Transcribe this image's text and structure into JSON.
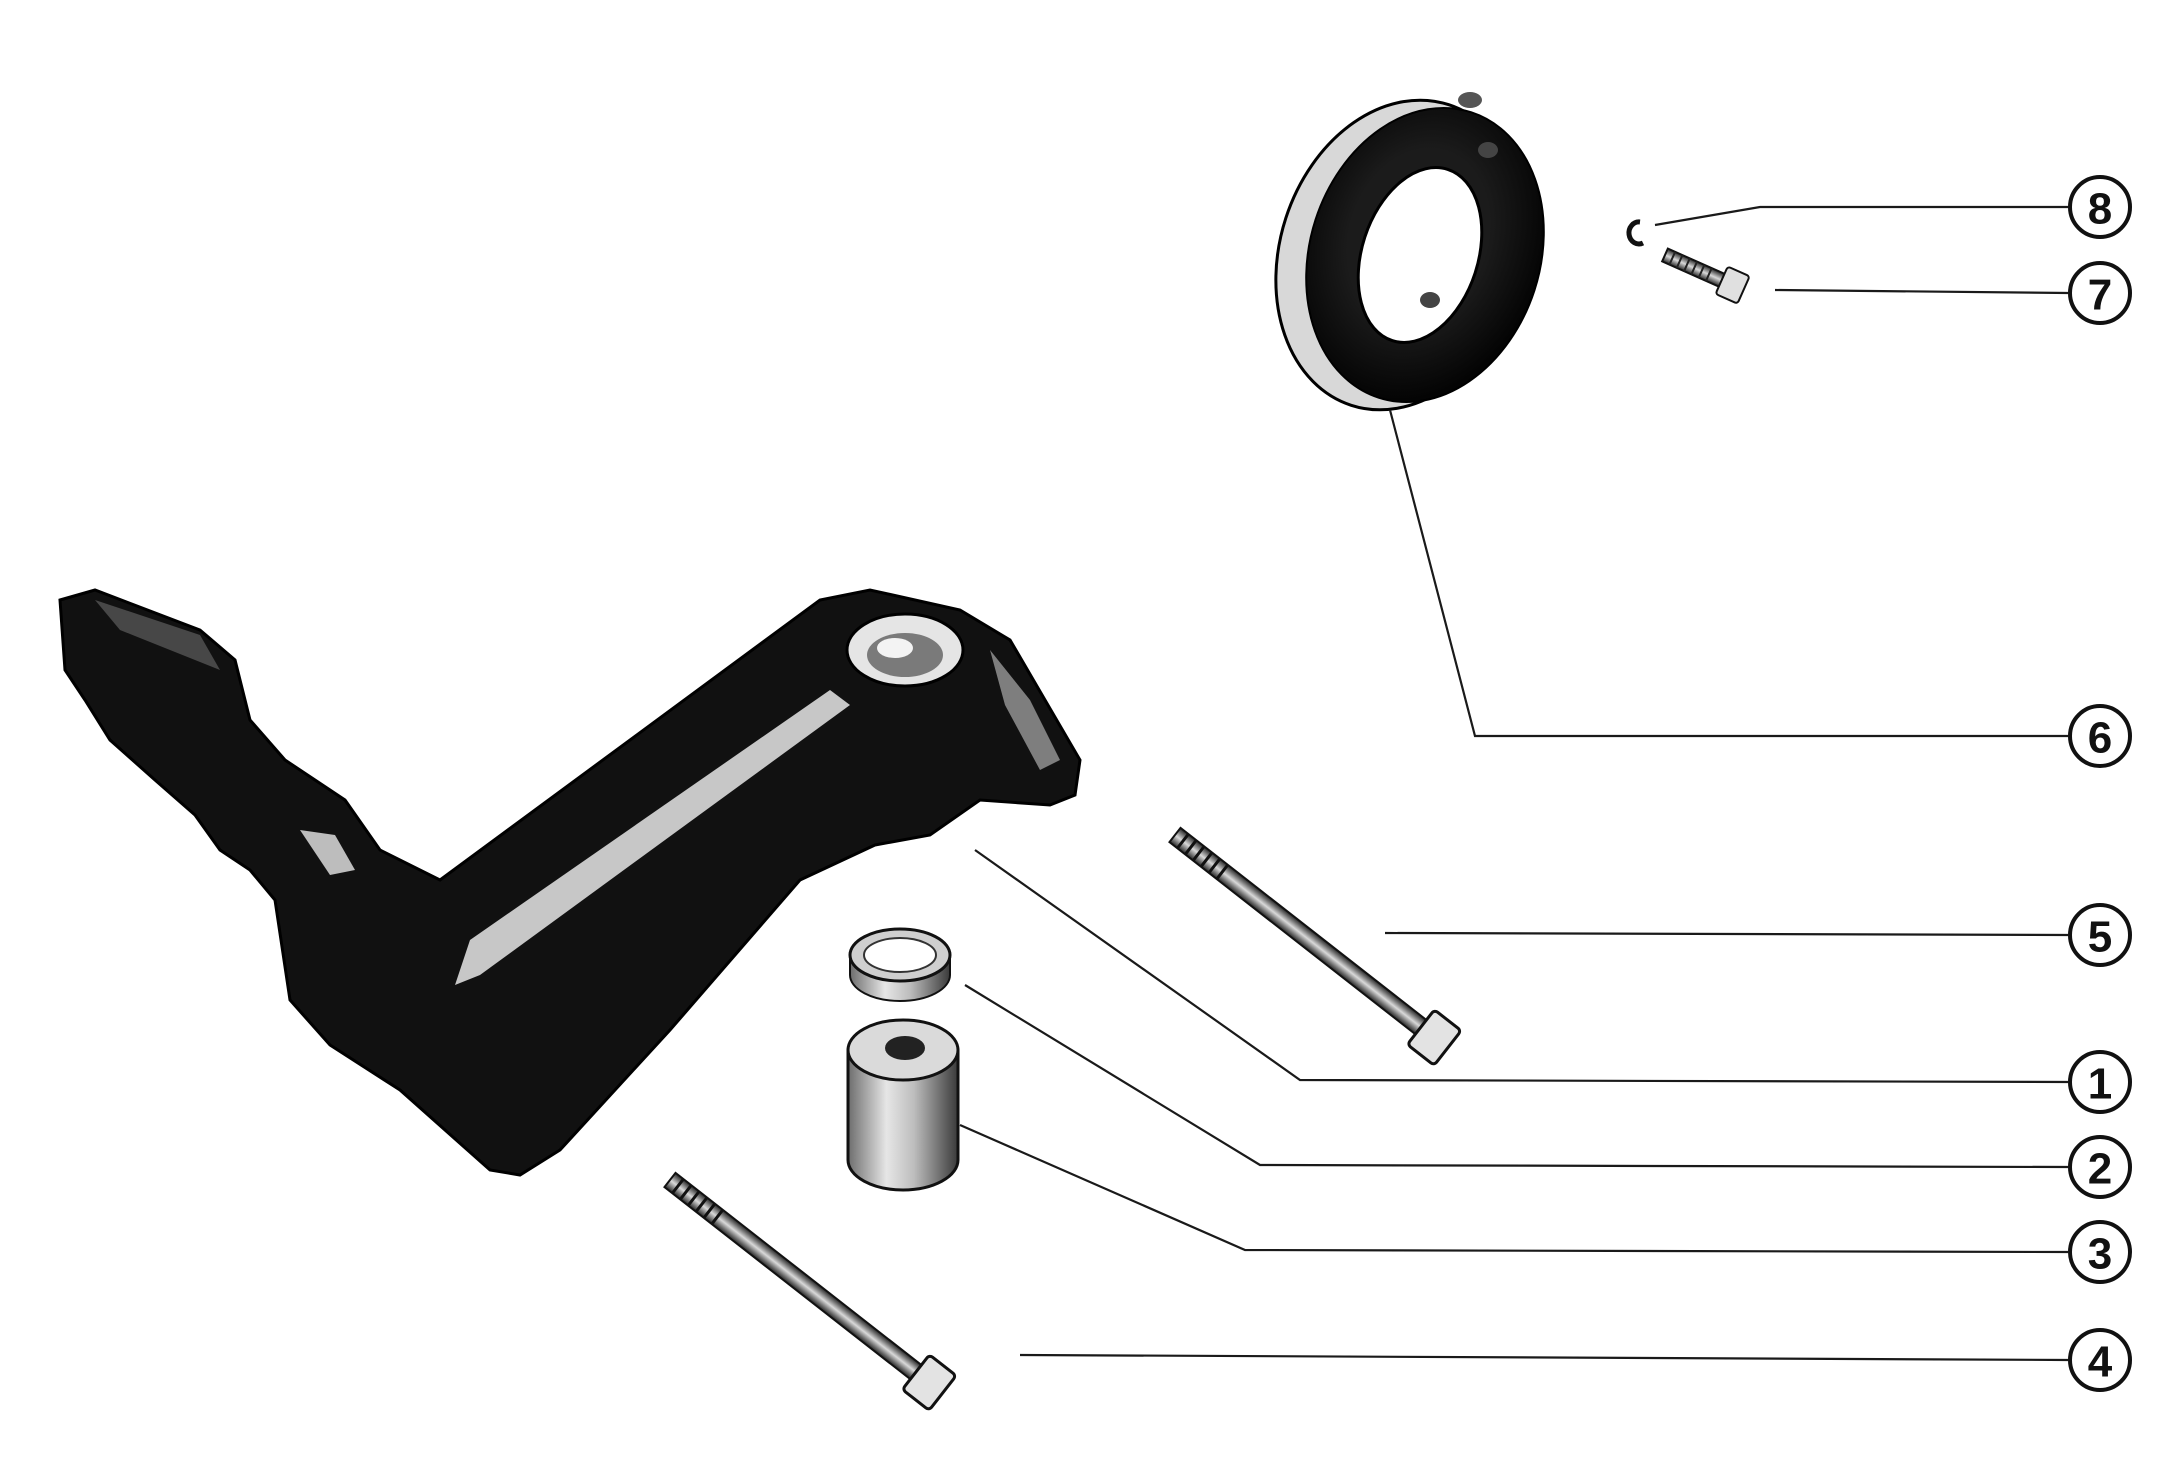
{
  "diagram": {
    "callouts": [
      {
        "id": "8",
        "label": "8"
      },
      {
        "id": "7",
        "label": "7"
      },
      {
        "id": "6",
        "label": "6"
      },
      {
        "id": "5",
        "label": "5"
      },
      {
        "id": "1",
        "label": "1"
      },
      {
        "id": "2",
        "label": "2"
      },
      {
        "id": "3",
        "label": "3"
      },
      {
        "id": "4",
        "label": "4"
      }
    ]
  },
  "colors": {
    "ink": "#111111",
    "metal": "#cfcfcf",
    "background": "#ffffff"
  }
}
